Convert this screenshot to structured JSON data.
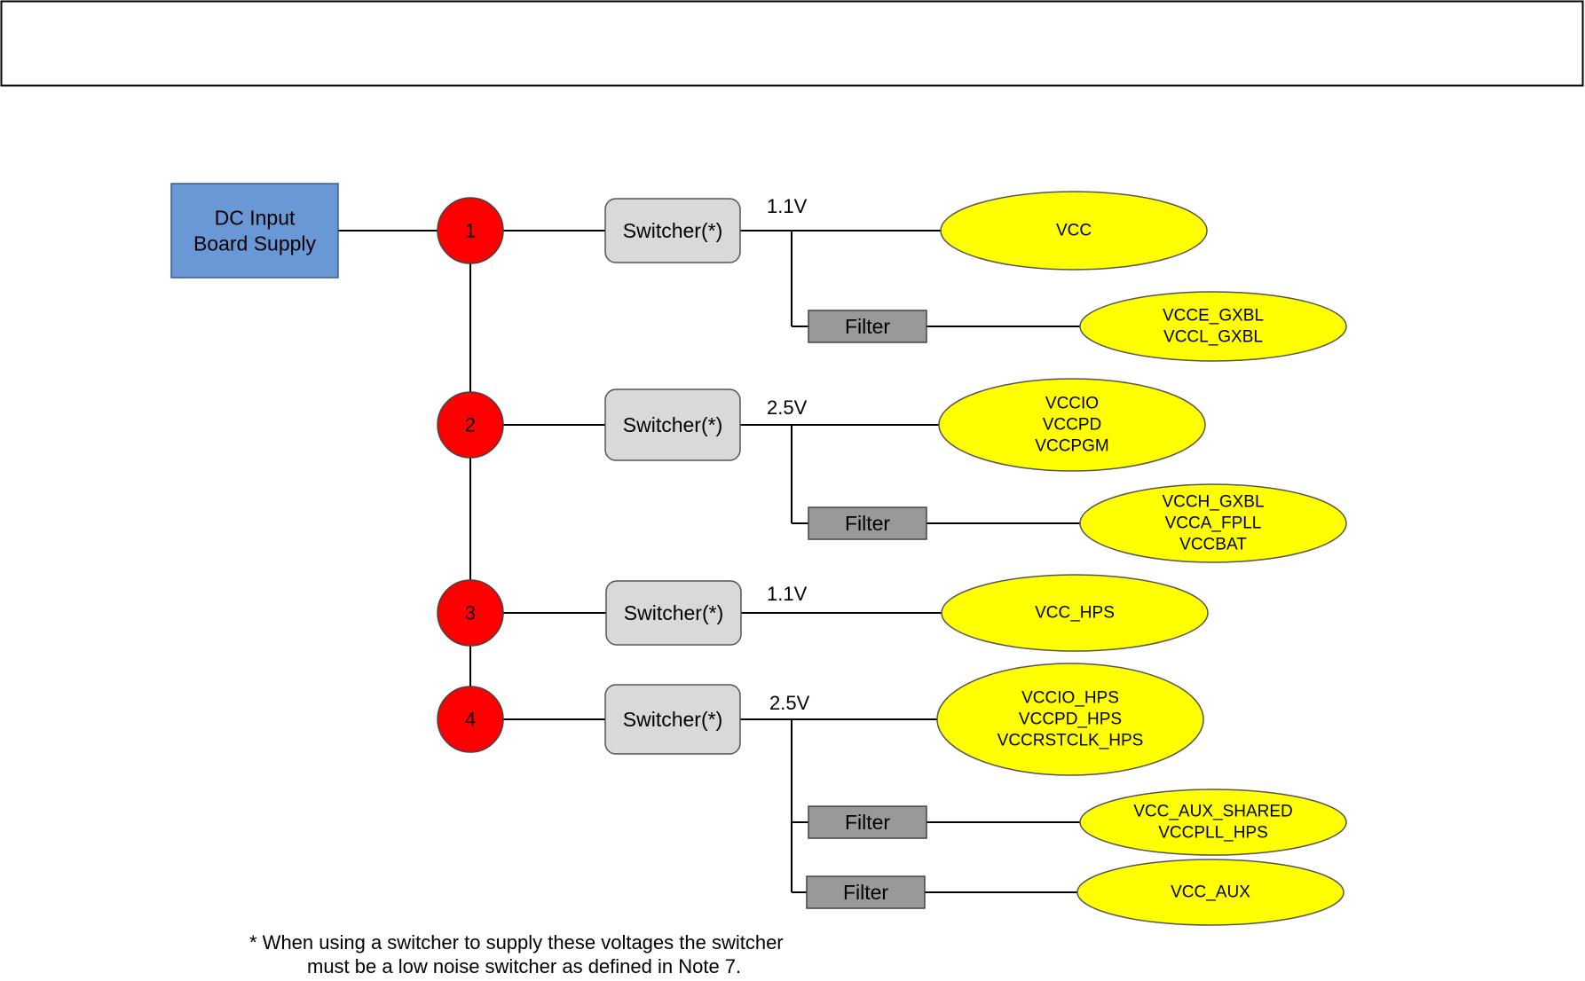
{
  "header_box": {
    "text": ""
  },
  "source": {
    "lines": [
      "DC Input",
      "Board Supply"
    ],
    "color": "#6a97d6"
  },
  "colors": {
    "node": "#ff0000",
    "rail": "#ffff00",
    "switcher": "#d9d9d9",
    "filter": "#999999",
    "line": "#000000"
  },
  "switcher_label": "Switcher(*)",
  "filter_label": "Filter",
  "branches": [
    {
      "node": "1",
      "voltage": "1.1V",
      "rail": [
        "VCC"
      ],
      "filters": [
        {
          "rail": [
            "VCCE_GXBL",
            "VCCL_GXBL"
          ]
        }
      ]
    },
    {
      "node": "2",
      "voltage": "2.5V",
      "rail": [
        "VCCIO",
        "VCCPD",
        "VCCPGM"
      ],
      "filters": [
        {
          "rail": [
            "VCCH_GXBL",
            "VCCA_FPLL",
            "VCCBAT"
          ]
        }
      ]
    },
    {
      "node": "3",
      "voltage": "1.1V",
      "rail": [
        "VCC_HPS"
      ],
      "filters": []
    },
    {
      "node": "4",
      "voltage": "2.5V",
      "rail": [
        "VCCIO_HPS",
        "VCCPD_HPS",
        "VCCRSTCLK_HPS"
      ],
      "filters": [
        {
          "rail": [
            "VCC_AUX_SHARED",
            "VCCPLL_HPS"
          ]
        },
        {
          "rail": [
            "VCC_AUX"
          ]
        }
      ]
    }
  ],
  "footnote": [
    "* When using a switcher to supply these voltages the switcher",
    "must be a low noise switcher as defined in Note 7."
  ]
}
